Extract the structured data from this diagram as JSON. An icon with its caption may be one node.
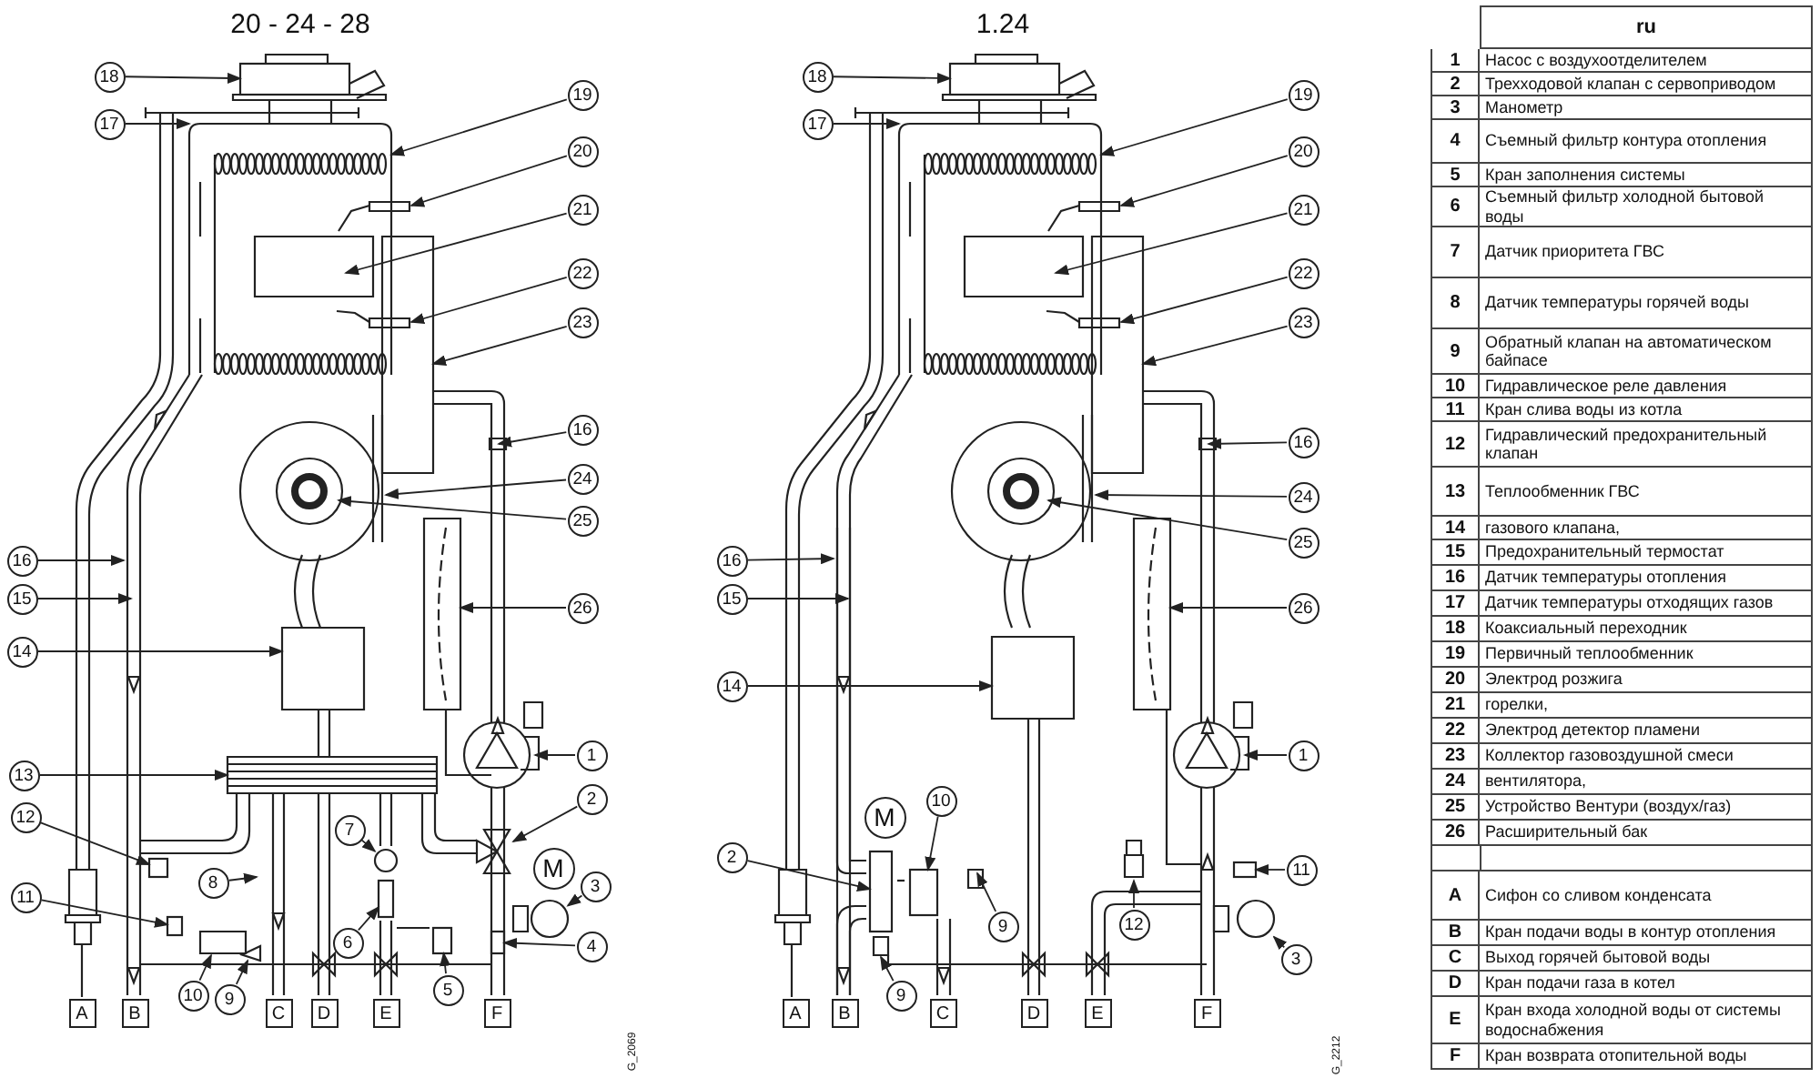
{
  "diagram": {
    "nodes": [
      {
        "text": [
          "18"
        ]
      },
      {
        "text": [
          "17"
        ]
      },
      {
        "text": [
          "19"
        ]
      },
      {
        "text": [
          "20"
        ]
      },
      {
        "text": [
          "21"
        ]
      },
      {
        "text": [
          "22"
        ]
      },
      {
        "text": [
          "23"
        ]
      },
      {
        "text": [
          "16"
        ]
      },
      {
        "text": [
          "24"
        ]
      },
      {
        "text": [
          "25"
        ]
      },
      {
        "text": [
          "16"
        ]
      },
      {
        "text": [
          "15"
        ]
      },
      {
        "text": [
          "26"
        ]
      },
      {
        "text": [
          "14"
        ]
      },
      {
        "text": [
          "1"
        ]
      },
      {
        "text": [
          "13"
        ]
      },
      {
        "text": [
          "2"
        ]
      },
      {
        "text": [
          "12"
        ]
      },
      {
        "text": [
          "7"
        ]
      },
      {
        "text": [
          "M"
        ]
      },
      {
        "text": [
          "3"
        ]
      },
      {
        "text": [
          "11"
        ]
      },
      {
        "text": [
          "8"
        ]
      },
      {
        "text": [
          "6"
        ]
      },
      {
        "text": [
          "4"
        ]
      },
      {
        "text": [
          "10"
        ]
      },
      {
        "text": [
          "9"
        ]
      },
      {
        "text": [
          "5"
        ]
      },
      {
        "text": [
          "A"
        ]
      },
      {
        "text": [
          "B"
        ]
      },
      {
        "text": [
          "C"
        ]
      },
      {
        "text": [
          "D"
        ]
      },
      {
        "text": [
          "E"
        ]
      },
      {
        "text": [
          "F"
        ]
      },
      {
        "text": [
          "18"
        ]
      },
      {
        "text": [
          "17"
        ]
      },
      {
        "text": [
          "19"
        ]
      },
      {
        "text": [
          "20"
        ]
      },
      {
        "text": [
          "21"
        ]
      },
      {
        "text": [
          "22"
        ]
      },
      {
        "text": [
          "23"
        ]
      },
      {
        "text": [
          "16"
        ]
      },
      {
        "text": [
          "24"
        ]
      },
      {
        "text": [
          "25"
        ]
      },
      {
        "text": [
          "16"
        ]
      },
      {
        "text": [
          "15"
        ]
      },
      {
        "text": [
          "26"
        ]
      },
      {
        "text": [
          "14"
        ]
      },
      {
        "text": [
          "1"
        ]
      },
      {
        "text": [
          "10"
        ]
      },
      {
        "text": [
          "M"
        ]
      },
      {
        "text": [
          "2"
        ]
      },
      {
        "text": [
          "11"
        ]
      },
      {
        "text": [
          "9"
        ]
      },
      {
        "text": [
          "12"
        ]
      },
      {
        "text": [
          "3"
        ]
      },
      {
        "text": [
          "9"
        ]
      },
      {
        "text": [
          "A"
        ]
      },
      {
        "text": [
          "B"
        ]
      },
      {
        "text": [
          "C"
        ]
      },
      {
        "text": [
          "D"
        ]
      },
      {
        "text": [
          "E"
        ]
      },
      {
        "text": [
          "F"
        ]
      },
      {
        "text": [],
        "shape": "valve"
      },
      {
        "text": [],
        "shape": "box"
      },
      {
        "text": [],
        "shape": "circle"
      },
      {
        "text": [],
        "shape": "circle"
      },
      {
        "text": [],
        "shape": "box"
      },
      {
        "text": [],
        "shape": "box"
      },
      {
        "text": [],
        "shape": "box"
      },
      {
        "text": [],
        "shape": "triangle"
      },
      {
        "text": [],
        "shape": "box"
      },
      {
        "text": [],
        "shape": "box"
      },
      {
        "text": [],
        "shape": "box"
      },
      {
        "text": [],
        "shape": "circle"
      },
      {
        "text": [],
        "shape": "box"
      },
      {
        "text": [],
        "shape": "box"
      },
      {
        "text": [],
        "shape": "box"
      }
    ],
    "edges": [
      {
        "from": 0,
        "to": 75,
        "arrow": "to"
      },
      {
        "from": 1,
        "to": null,
        "arrow": "to"
      },
      {
        "from": 2,
        "to": null,
        "arrow": "to"
      },
      {
        "from": 3,
        "to": null,
        "arrow": "to"
      },
      {
        "from": 4,
        "to": null,
        "arrow": "to"
      },
      {
        "from": 5,
        "to": null,
        "arrow": "to"
      },
      {
        "from": 6,
        "to": null,
        "arrow": "to"
      },
      {
        "from": 7,
        "to": null,
        "arrow": "to"
      },
      {
        "from": 8,
        "to": null,
        "arrow": "to"
      },
      {
        "from": 9,
        "to": null,
        "arrow": "to"
      },
      {
        "from": 10,
        "to": null,
        "arrow": "to"
      },
      {
        "from": 11,
        "to": null,
        "arrow": "to"
      },
      {
        "from": 12,
        "to": null,
        "arrow": "to"
      },
      {
        "from": 13,
        "to": null,
        "arrow": "to"
      },
      {
        "from": 14,
        "to": null,
        "arrow": "to"
      },
      {
        "from": 15,
        "to": null,
        "arrow": "to"
      },
      {
        "from": 16,
        "to": 63,
        "arrow": "to"
      },
      {
        "from": 17,
        "to": 64,
        "arrow": "to"
      },
      {
        "from": 18,
        "to": 65,
        "arrow": "to"
      },
      {
        "from": 20,
        "to": 66,
        "arrow": "to"
      },
      {
        "from": 21,
        "to": 67,
        "arrow": "to"
      },
      {
        "from": 22,
        "to": null,
        "arrow": "to"
      },
      {
        "from": 23,
        "to": 68,
        "arrow": "to"
      },
      {
        "from": 24,
        "to": 69,
        "arrow": "to"
      },
      {
        "from": 25,
        "to": null,
        "arrow": "to"
      },
      {
        "from": 26,
        "to": 70,
        "arrow": "to"
      },
      {
        "from": 27,
        "to": 71,
        "arrow": "to"
      },
      {
        "from": 34,
        "to": 76,
        "arrow": "to"
      },
      {
        "from": 35,
        "to": null,
        "arrow": "to"
      },
      {
        "from": 36,
        "to": null,
        "arrow": "to"
      },
      {
        "from": 37,
        "to": null,
        "arrow": "to"
      },
      {
        "from": 38,
        "to": null,
        "arrow": "to"
      },
      {
        "from": 39,
        "to": null,
        "arrow": "to"
      },
      {
        "from": 40,
        "to": null,
        "arrow": "to"
      },
      {
        "from": 41,
        "to": null,
        "arrow": "to"
      },
      {
        "from": 42,
        "to": null,
        "arrow": "to"
      },
      {
        "from": 43,
        "to": null,
        "arrow": "to"
      },
      {
        "from": 44,
        "to": null,
        "arrow": "to"
      },
      {
        "from": 45,
        "to": null,
        "arrow": "to"
      },
      {
        "from": 46,
        "to": null,
        "arrow": "to"
      },
      {
        "from": 47,
        "to": null,
        "arrow": "to"
      },
      {
        "from": 48,
        "to": null,
        "arrow": "to"
      },
      {
        "from": 49,
        "to": 73,
        "arrow": "to"
      },
      {
        "from": 51,
        "to": 72,
        "arrow": "to"
      },
      {
        "from": 52,
        "to": 77,
        "arrow": "to"
      },
      {
        "from": 53,
        "to": null,
        "arrow": "to"
      },
      {
        "from": 54,
        "to": null,
        "arrow": "to"
      },
      {
        "from": 55,
        "to": 74,
        "arrow": "to"
      },
      {
        "from": 56,
        "to": null,
        "arrow": "to"
      }
    ],
    "labels": [
      "20 - 24 - 28",
      "1.24",
      "G_2069",
      "G_2212",
      "ru",
      "1",
      "Насос с воздухоотделителем",
      "2",
      "Трехходовой клапан с сервоприводом",
      "3",
      "Манометр",
      "4",
      "Съемный фильтр контура отопления",
      "5",
      "Кран заполнения системы",
      "6",
      "Съемный фильтр холодной бытовой воды",
      "7",
      "Датчик приоритета ГВС",
      "8",
      "Датчик температуры горячей воды",
      "9",
      "Обратный клапан на автоматическом байпасе",
      "10",
      "Гидравлическое реле давления",
      "11",
      "Кран слива воды из котла",
      "12",
      "Гидравлический предохранительный клапан",
      "13",
      "Теплообменник ГВС",
      "14",
      "газового клапана,",
      "15",
      "Предохранительный термостат",
      "16",
      "Датчик температуры отопления",
      "17",
      "Датчик температуры отходящих газов",
      "18",
      "Коаксиальный переходник",
      "19",
      "Первичный теплообменник",
      "20",
      "Электрод розжига",
      "21",
      "горелки,",
      "22",
      "Электрод детектор пламени",
      "23",
      "Коллектор газовоздушной смеси",
      "24",
      "вентилятора,",
      "25",
      "Устройство Вентури (воздух/газ)",
      "26",
      "Расширительный бак",
      "A",
      "Сифон со сливом конденсата",
      "B",
      "Кран подачи воды в контур отопления",
      "C",
      "Выход горячей бытовой воды",
      "D",
      "Кран подачи газа в котел",
      "E",
      "Кран входа холодной воды от системы водоснабжения",
      "F",
      "Кран возврата отопительной воды"
    ]
  }
}
